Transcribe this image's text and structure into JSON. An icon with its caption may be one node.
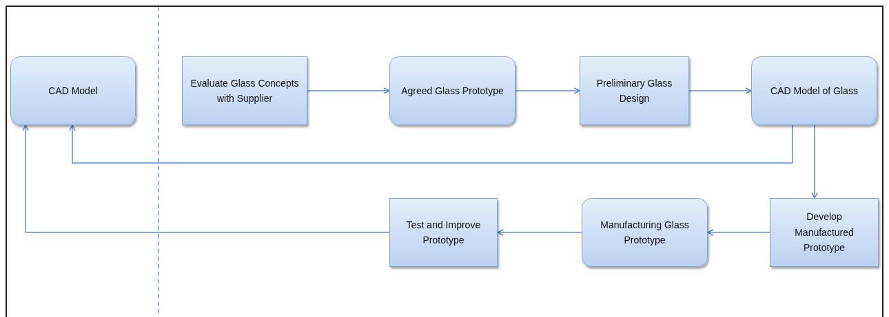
{
  "diagram": {
    "nodes": [
      {
        "text": [
          "CAD Model"
        ]
      },
      {
        "text": [
          "Evaluate Glass Concepts with Supplier"
        ]
      },
      {
        "text": [
          "Agreed Glass Prototype"
        ]
      },
      {
        "text": [
          "Preliminary Glass Design"
        ]
      },
      {
        "text": [
          "CAD Model of Glass"
        ]
      },
      {
        "text": [
          "Develop Manufactured Prototype"
        ]
      },
      {
        "text": [
          "Manufacturing Glass Prototype"
        ]
      },
      {
        "text": [
          "Test and Improve Prototype"
        ]
      }
    ],
    "edges": [
      {
        "from": 1,
        "to": 2,
        "arrow": "to"
      },
      {
        "from": 2,
        "to": 3,
        "arrow": "to"
      },
      {
        "from": 3,
        "to": 4,
        "arrow": "to"
      },
      {
        "from": 4,
        "to": 0,
        "arrow": "to"
      },
      {
        "from": 4,
        "to": 5,
        "arrow": "to"
      },
      {
        "from": 5,
        "to": 6,
        "arrow": "to"
      },
      {
        "from": 6,
        "to": 7,
        "arrow": "to"
      },
      {
        "from": 7,
        "to": 0,
        "arrow": "to"
      }
    ]
  }
}
